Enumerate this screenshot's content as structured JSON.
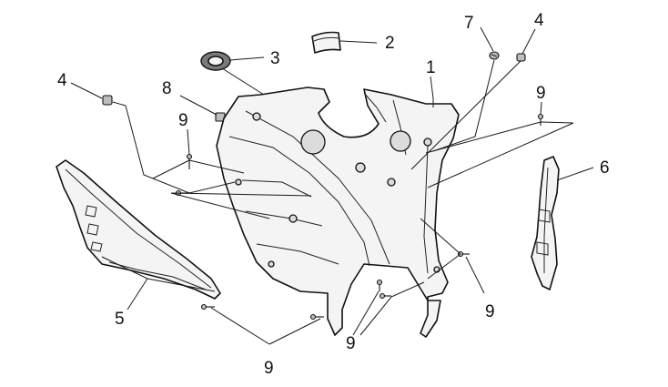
{
  "callouts": {
    "c1": "1",
    "c2": "2",
    "c3": "3",
    "c4a": "4",
    "c4b": "4",
    "c5": "5",
    "c6": "6",
    "c7": "7",
    "c8": "8",
    "c9a": "9",
    "c9b": "9",
    "c9c": "9",
    "c9d": "9",
    "c9e": "9"
  }
}
